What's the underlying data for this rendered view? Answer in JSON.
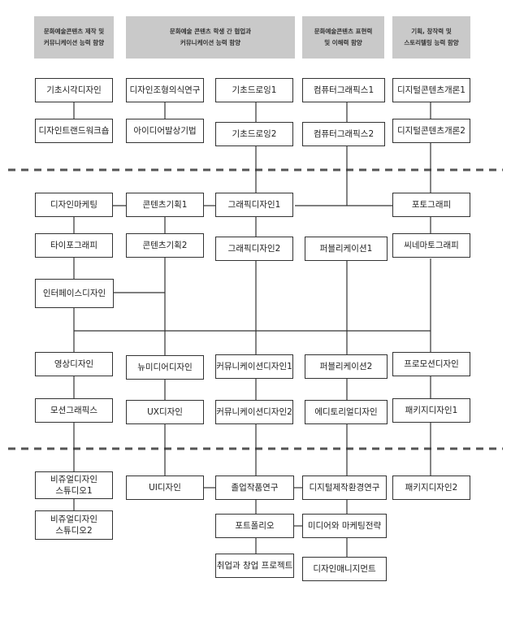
{
  "headers": [
    {
      "line1": "문화예술콘텐츠 제작 및",
      "line2": "커뮤니케이션 능력 함양"
    },
    {
      "line1": "문화예술 콘텐츠 학생 간 협업과",
      "line2": "커뮤니케이션 능력 함양"
    },
    {
      "line1": "문화예술콘텐츠 표현력",
      "line2": "및 이해력 함양"
    },
    {
      "line1": "기획, 창작력 및",
      "line2": "스토리텔링 능력 함양"
    }
  ],
  "courses": {
    "c1": "기초시각디자인",
    "c2": "디자인조형의식연구",
    "c3": "기초드로잉1",
    "c4": "컴퓨터그래픽스1",
    "c5": "디지털콘텐츠개론1",
    "c6": "디자인트랜드워크숍",
    "c7": "아이디어발상기법",
    "c8": "기초드로잉2",
    "c9": "컴퓨터그래픽스2",
    "c10": "디지털콘텐츠개론2",
    "c11": "디자인마케팅",
    "c12": "콘텐츠기획1",
    "c13": "그래픽디자인1",
    "c14": "포토그래피",
    "c15": "타이포그래피",
    "c16": "콘텐츠기획2",
    "c17": "그래픽디자인2",
    "c18": "퍼블리케이션1",
    "c19": "씨네마토그래피",
    "c20": "인터페이스디자인",
    "c21": "영상디자인",
    "c22": "뉴미디어디자인",
    "c23": "커뮤니케이션디자인1",
    "c24": "퍼블리케이션2",
    "c25": "프로모션디자인",
    "c26": "모션그래픽스",
    "c27": "UX디자인",
    "c28": "커뮤니케이션디자인2",
    "c29": "에디토리얼디자인",
    "c30": "패키지디자인1",
    "c31": "비쥬얼디자인\n스튜디오1",
    "c32": "UI디자인",
    "c33": "졸업작품연구",
    "c34": "디지털제작환경연구",
    "c35": "패키지디자인2",
    "c36": "비쥬얼디자인\n스튜디오2",
    "c37": "포트폴리오",
    "c38": "미디어와 마케팅전략",
    "c39": "취업과 창업 프로젝트",
    "c40": "디자인매니지먼트"
  }
}
